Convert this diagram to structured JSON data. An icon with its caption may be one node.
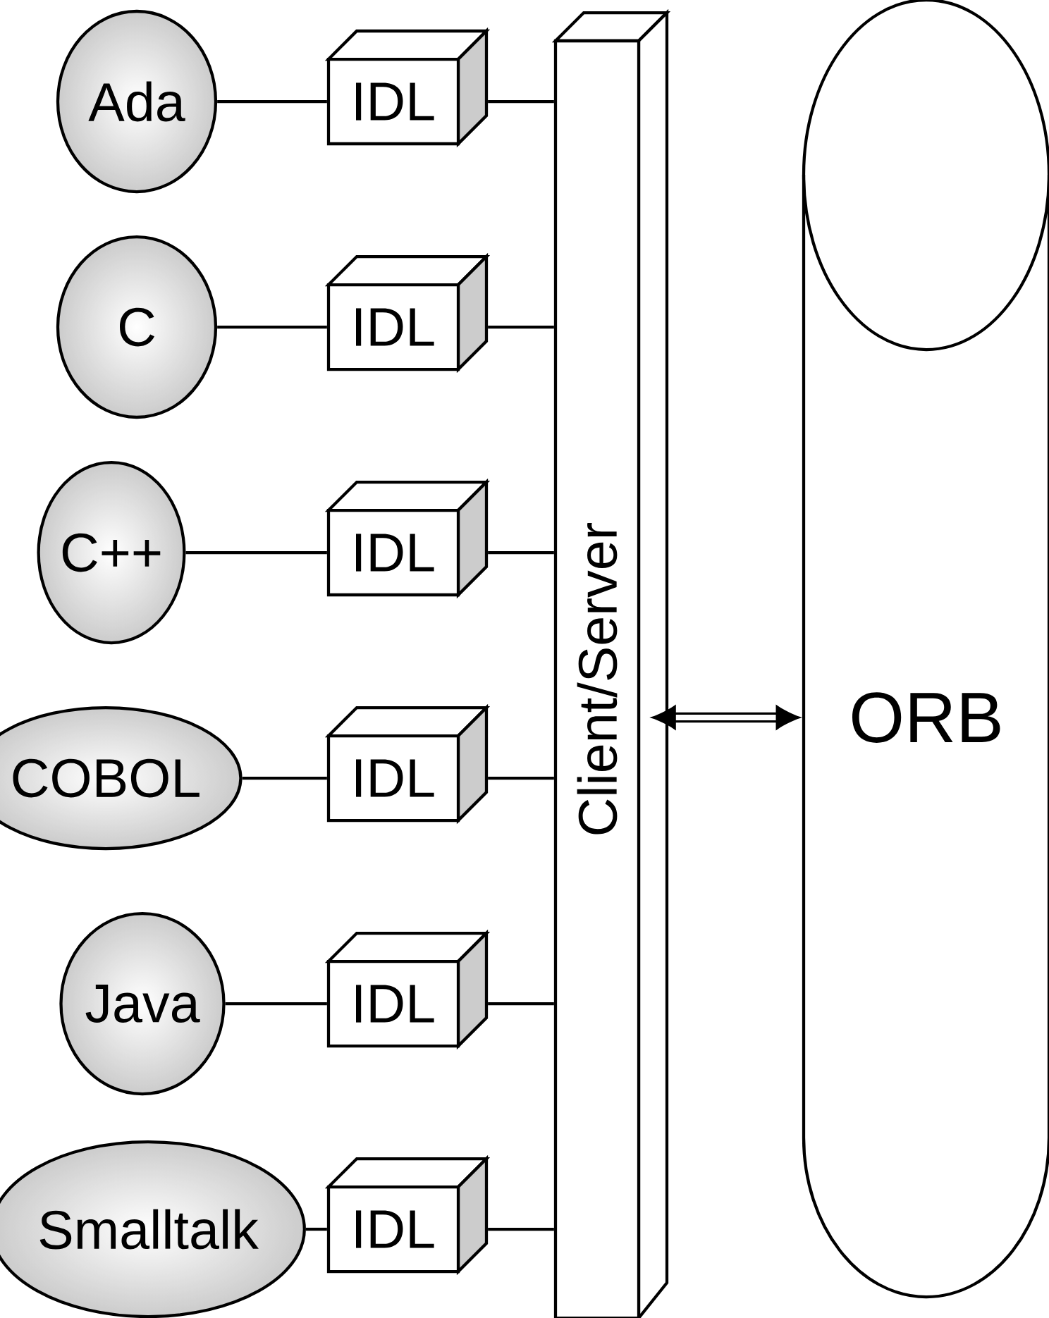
{
  "diagram": {
    "nodes": [
      {
        "text": [
          "Ada"
        ]
      },
      {
        "text": [
          "C"
        ]
      },
      {
        "text": [
          "C++"
        ]
      },
      {
        "text": [
          "COBOL"
        ]
      },
      {
        "text": [
          "Java"
        ]
      },
      {
        "text": [
          "Smalltalk"
        ]
      },
      {
        "text": [
          "IDL"
        ]
      },
      {
        "text": [
          "IDL"
        ]
      },
      {
        "text": [
          "IDL"
        ]
      },
      {
        "text": [
          "IDL"
        ]
      },
      {
        "text": [
          "IDL"
        ]
      },
      {
        "text": [
          "IDL"
        ]
      },
      {
        "text": [
          "Client/Server"
        ]
      },
      {
        "text": [
          "ORB"
        ]
      }
    ],
    "edges": [
      {
        "from": 0,
        "to": 6,
        "arrow": "none"
      },
      {
        "from": 1,
        "to": 7,
        "arrow": "none"
      },
      {
        "from": 2,
        "to": 8,
        "arrow": "none"
      },
      {
        "from": 3,
        "to": 9,
        "arrow": "none"
      },
      {
        "from": 4,
        "to": 10,
        "arrow": "none"
      },
      {
        "from": 5,
        "to": 11,
        "arrow": "none"
      },
      {
        "from": 6,
        "to": 12,
        "arrow": "none"
      },
      {
        "from": 7,
        "to": 12,
        "arrow": "none"
      },
      {
        "from": 8,
        "to": 12,
        "arrow": "none"
      },
      {
        "from": 9,
        "to": 12,
        "arrow": "none"
      },
      {
        "from": 10,
        "to": 12,
        "arrow": "none"
      },
      {
        "from": 11,
        "to": 12,
        "arrow": "none"
      },
      {
        "from": 12,
        "to": 13,
        "arrow": "both",
        "style": "thick"
      }
    ]
  }
}
